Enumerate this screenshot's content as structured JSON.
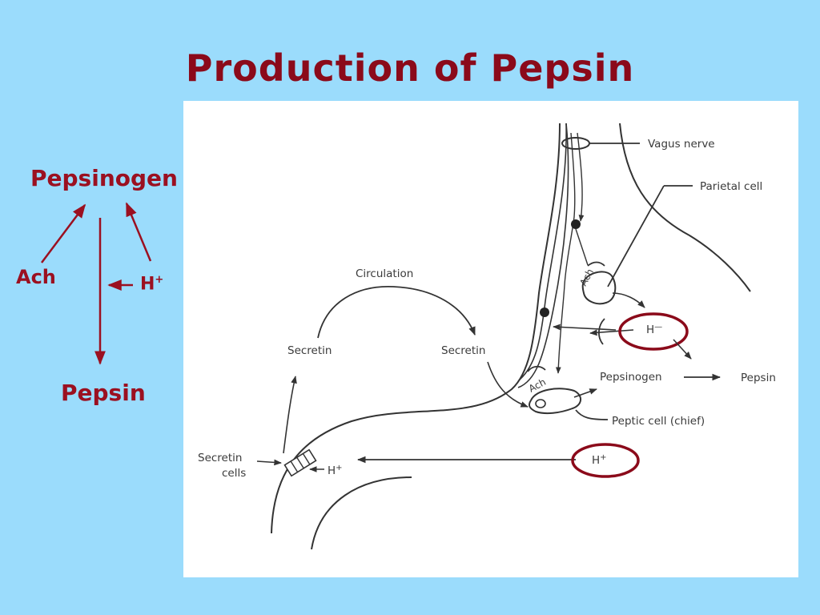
{
  "slide": {
    "title": "Production of Pepsin"
  },
  "scheme": {
    "pepsinogen": "Pepsinogen",
    "ach": "Ach",
    "h_plus": "H",
    "h_plus_sup": "+",
    "pepsin": "Pepsin"
  },
  "figure": {
    "vagus_nerve": "Vagus nerve",
    "parietal_cell": "Parietal cell",
    "circulation": "Circulation",
    "secretin_left": "Secretin",
    "secretin_right": "Secretin",
    "ach_upper": "Ach",
    "ach_lower": "Ach",
    "h_minus": "H",
    "h_minus_sup": "—",
    "pepsinogen": "Pepsinogen",
    "pepsin": "Pepsin",
    "peptic_cell": "Peptic cell (chief)",
    "secretin_cells_line1": "Secretin",
    "secretin_cells_line2": "cells",
    "h_plus_left": "H",
    "h_plus_left_sup": "+",
    "h_plus_right": "H",
    "h_plus_right_sup": "+"
  },
  "colors": {
    "background": "#9bdcfc",
    "title": "#8b0a1a",
    "scheme": "#9b1020",
    "highlight_ring": "#8b0a1a",
    "line_art": "#333333"
  }
}
